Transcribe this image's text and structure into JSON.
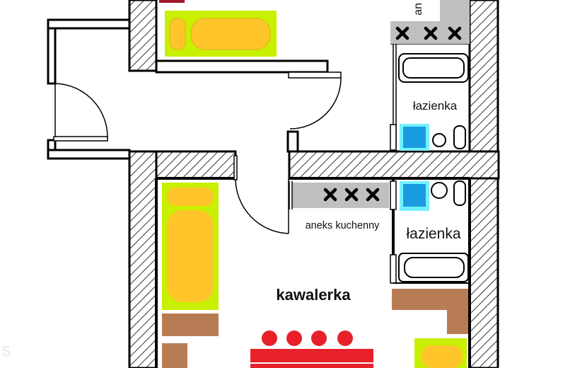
{
  "rooms": {
    "studio": "kawalerka",
    "kitchenette": "aneks kuchenny",
    "bathroom_upper": "łazienka",
    "bathroom_lower": "łazienka",
    "cut_label_top": "an"
  },
  "watermark": "S",
  "colors": {
    "wall_outline": "#000000",
    "wall_hatch": "#000000",
    "counter": "#c0c0c0",
    "furniture_green": "#c8f000",
    "furniture_yellow": "#ffc52a",
    "furniture_brown": "#b87c55",
    "table_red": "#e8202a",
    "dark_red": "#a0182a",
    "basin_blue": "#1a9be0",
    "basin_cyan": "#74f0ff",
    "fixture_white": "#ffffff"
  },
  "icons": {
    "hob_burner": "cross-icon",
    "washbasin": "sink-icon",
    "toilet": "toilet-icon",
    "bathtub": "bathtub-icon",
    "door_swing": "door-arc-icon"
  }
}
